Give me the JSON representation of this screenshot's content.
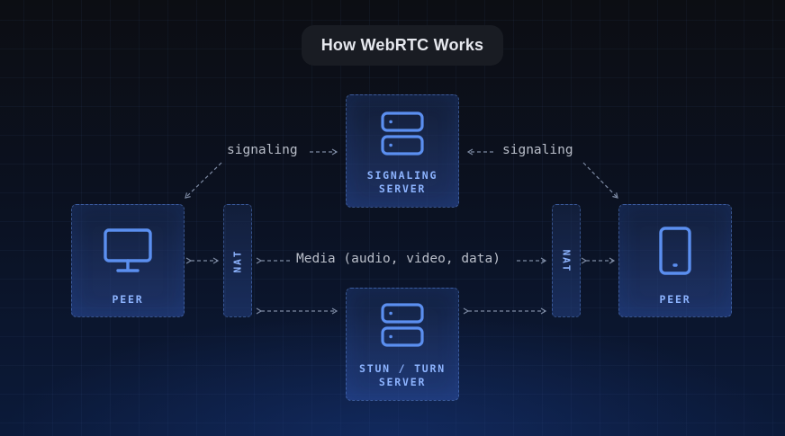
{
  "title": "How WebRTC Works",
  "nodes": {
    "peer_left": {
      "label": "PEER",
      "icon": "monitor-icon"
    },
    "peer_right": {
      "label": "PEER",
      "icon": "smartphone-icon"
    },
    "signaling_server": {
      "label_line1": "SIGNALING",
      "label_line2": "SERVER",
      "icon": "server-icon"
    },
    "stun_turn_server": {
      "label_line1": "STUN / TURN",
      "label_line2": "SERVER",
      "icon": "server-icon"
    },
    "nat_left": {
      "label": "NAT"
    },
    "nat_right": {
      "label": "NAT"
    }
  },
  "edges": {
    "signaling_left": "signaling",
    "signaling_right": "signaling",
    "media": "Media (audio, video, data)"
  },
  "colors": {
    "accent": "#5b8ff0",
    "label": "#8db4ff",
    "edge_text": "#b9bec9",
    "title_bg": "#191c23"
  }
}
